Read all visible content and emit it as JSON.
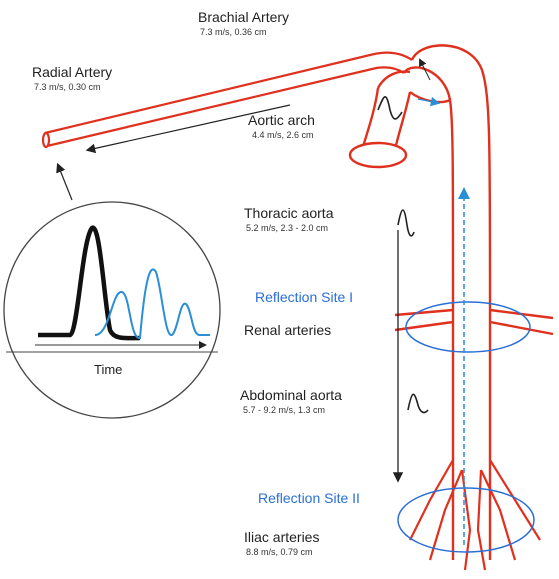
{
  "labels": {
    "brachial": {
      "name": "Brachial Artery",
      "meta": "7.3 m/s, 0.36 cm"
    },
    "radial": {
      "name": "Radial Artery",
      "meta": "7.3 m/s, 0.30 cm"
    },
    "aortic_arch": {
      "name": "Aortic arch",
      "meta": "4.4 m/s, 2.6 cm"
    },
    "thoracic": {
      "name": "Thoracic aorta",
      "meta": "5.2 m/s, 2.3 - 2.0 cm"
    },
    "reflection_1": "Reflection Site I",
    "renal": {
      "name": "Renal arteries"
    },
    "abdominal": {
      "name": "Abdominal aorta",
      "meta": "5.7 - 9.2 m/s, 1.3 cm"
    },
    "reflection_2": "Reflection Site II",
    "iliac": {
      "name": "Iliac arteries",
      "meta": "8.8 m/s, 0.79 cm"
    },
    "inset_axis": "Time"
  },
  "colors": {
    "vessel": "#e0301e",
    "forward_wave": "#111111",
    "reflected_wave": "#2a8fd6",
    "reflection_site": "#2a6fd6"
  }
}
